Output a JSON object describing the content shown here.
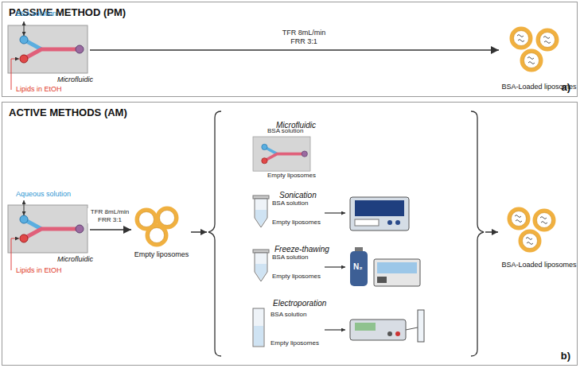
{
  "diagram": {
    "nodes": [
      {
        "text": [
          "PASSIVE METHOD (PM)",
          "a)"
        ]
      },
      {
        "text": [
          "Microfluidic"
        ],
        "in": 0
      },
      {
        "text": [
          "BSA-Loaded liposomes"
        ],
        "in": 0
      },
      {
        "text": [
          "ACTIVE METHODS (AM)",
          "b)"
        ]
      },
      {
        "text": [
          "Microfluidic"
        ],
        "in": 3
      },
      {
        "text": [
          "Empty liposomes"
        ],
        "in": 3
      },
      {
        "text": [
          "Microfluidic"
        ],
        "in": 3
      },
      {
        "text": [
          "Sonication"
        ],
        "in": 3
      },
      {
        "text": [
          "Freeze-thawing"
        ],
        "in": 3
      },
      {
        "text": [
          "Electroporation"
        ],
        "in": 3
      },
      {
        "text": [
          "BSA-Loaded liposomes"
        ],
        "in": 3
      }
    ],
    "edges": [
      {
        "from": 1,
        "to": 2,
        "arrow": "to",
        "label": "TFR 8mL/min FRR 3:1"
      },
      {
        "from": 4,
        "to": 5,
        "arrow": "to",
        "label": "TFR 8mL/min FRR 3:1"
      }
    ],
    "labels": [
      "BSA solution",
      "Lipids in EtOH",
      "Aqueous solution",
      "Lipids in EtOH",
      "BSA solution",
      "Empty liposomes",
      "BSA solution",
      "Empty liposomes",
      "BSA solution",
      "Empty liposomes",
      "N₂",
      "BSA solution",
      "Empty liposomes"
    ]
  }
}
